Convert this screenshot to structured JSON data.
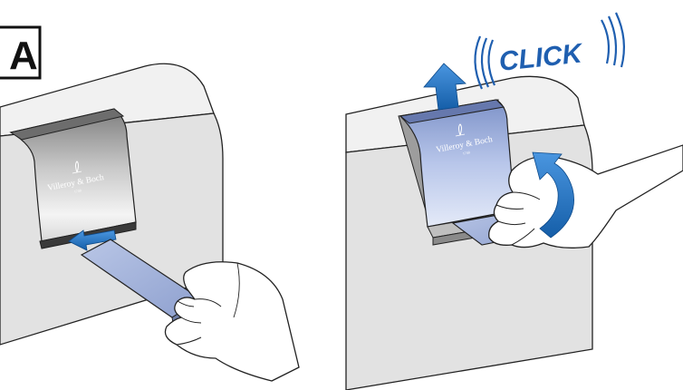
{
  "step": {
    "label": "A"
  },
  "left_panel": {
    "lid_brand": "Villeroy & Boch",
    "lid_brand_sub": "1748"
  },
  "right_panel": {
    "click_text": "CLICK",
    "lid_brand": "Villeroy & Boch",
    "lid_brand_sub": "1748"
  },
  "colors": {
    "arrow_blue": "#1f6fc0",
    "click_blue": "#1f5fb0",
    "wall_grey": "#e4e4e4",
    "lid_metal_left": "#9a9a9a",
    "lid_metal_right": "#8ea4d8"
  }
}
